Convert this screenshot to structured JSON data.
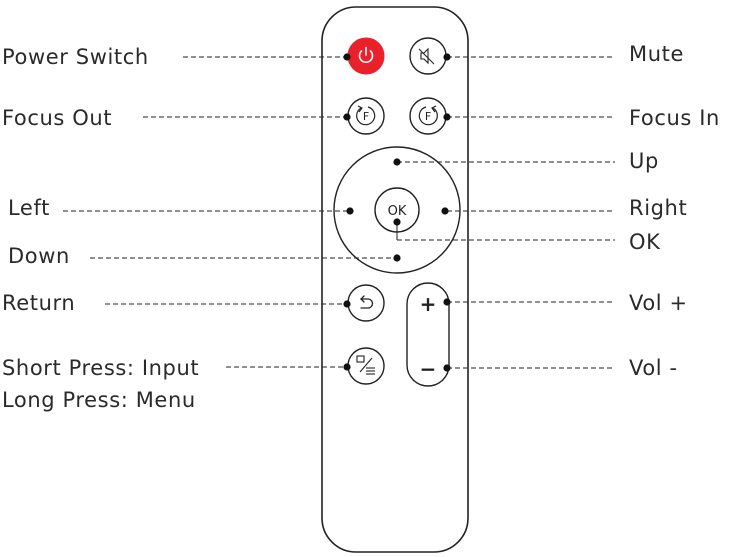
{
  "labels": {
    "power_switch": "Power Switch",
    "focus_out": "Focus Out",
    "left": "Left",
    "down": "Down",
    "return": "Return",
    "short_press": "Short Press: Input",
    "long_press": "Long Press: Menu",
    "mute": "Mute",
    "focus_in": "Focus In",
    "up": "Up",
    "right": "Right",
    "ok": "OK",
    "vol_plus": "Vol +",
    "vol_minus": "Vol  -"
  },
  "buttons": {
    "ok_text": "OK",
    "focus_glyph": "F",
    "plus_glyph": "+",
    "minus_glyph": "−"
  },
  "icons": {
    "power": "power-icon",
    "mute": "speaker-mute-icon",
    "focus_out": "rotate-left-icon",
    "focus_in": "rotate-right-icon",
    "return": "return-arrow-icon",
    "input_menu": "input-menu-icon"
  },
  "colors": {
    "power_button": "#e8212b",
    "outline": "#222222"
  }
}
